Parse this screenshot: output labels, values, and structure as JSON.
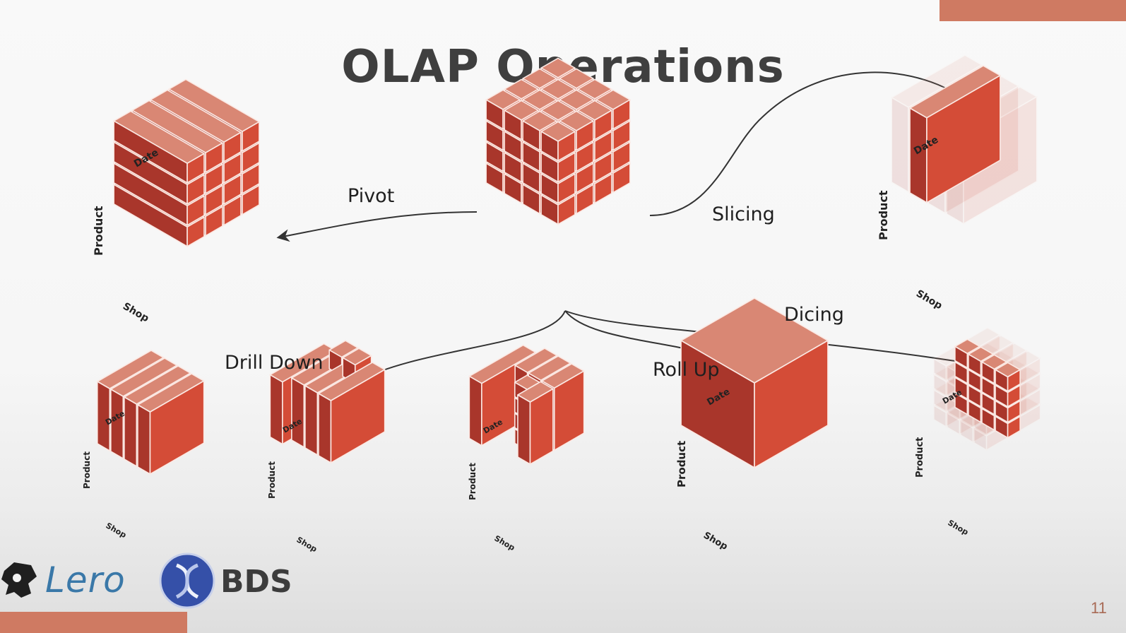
{
  "slide": {
    "title": "OLAP Operations",
    "page_number": "11"
  },
  "operations": {
    "pivot": "Pivot",
    "slicing": "Slicing",
    "dicing": "Dicing",
    "drill_down": "Drill Down",
    "roll_up": "Roll Up"
  },
  "axes": {
    "date": "Date",
    "product": "Product",
    "shop": "Shop"
  },
  "logos": {
    "lero": "Lero",
    "bds": "BDS"
  },
  "colors": {
    "cube_top": "#d98774",
    "cube_left": "#a9362b",
    "cube_right": "#d44c37",
    "accent_bar": "#cf7a62",
    "lero_blue": "#3a78a8",
    "bds_blue": "#3550a8"
  }
}
